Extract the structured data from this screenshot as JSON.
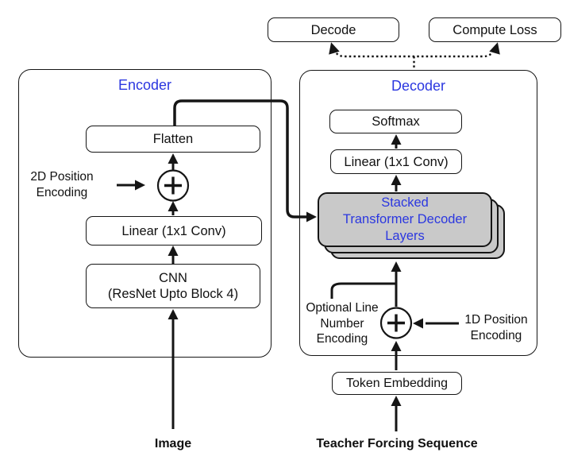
{
  "diagram": {
    "top": {
      "decode_label": "Decode",
      "compute_loss_label": "Compute Loss"
    },
    "encoder": {
      "title": "Encoder",
      "flatten_label": "Flatten",
      "linear_label": "Linear (1x1 Conv)",
      "cnn_line1": "CNN",
      "cnn_line2": "(ResNet Upto Block 4)",
      "pos_encoding_line1": "2D Position",
      "pos_encoding_line2": "Encoding",
      "input_label": "Image"
    },
    "decoder": {
      "title": "Decoder",
      "softmax_label": "Softmax",
      "linear_label": "Linear (1x1 Conv)",
      "stacked_line1": "Stacked",
      "stacked_line2": "Transformer Decoder",
      "stacked_line3": "Layers",
      "optional_line1": "Optional Line",
      "optional_line2": "Number",
      "optional_line3": "Encoding",
      "pos_encoding_line1": "1D Position",
      "pos_encoding_line2": "Encoding",
      "token_embedding_label": "Token Embedding",
      "input_label": "Teacher Forcing Sequence"
    },
    "icons": {
      "encoder_sum": "plus-icon",
      "decoder_sum": "plus-icon"
    },
    "colors": {
      "accent_blue": "#2b37e0",
      "stacked_fill": "#c9c9c9",
      "line_black": "#151515"
    }
  }
}
